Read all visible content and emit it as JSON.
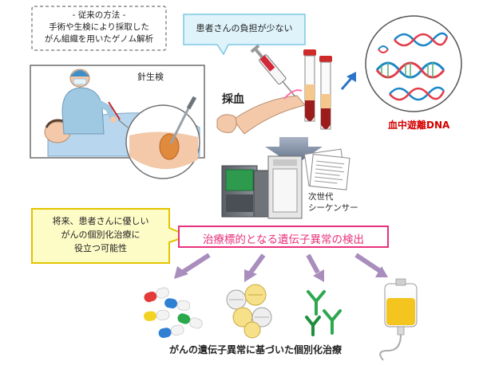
{
  "traditional_box": {
    "lines": [
      "- 従来の方法 -",
      "手術や生検により採取した",
      "がん組織を用いたゲノム解析"
    ]
  },
  "needle_biopsy_label": "針生検",
  "patient_burden_label": "患者さんの負担が少ない",
  "blood_draw_label": "採血",
  "ctdna_label": "血中遊離DNA",
  "sequencer_label": [
    "次世代",
    "シーケンサー"
  ],
  "future_box": {
    "lines": [
      "将来、患者さんに優しい",
      "がんの個別化治療に",
      "役立つ可能性"
    ]
  },
  "detection_label": "治療標的となる遺伝子異常の検出",
  "bottom_caption": "がんの遺伝子異常に基づいた個別化治療",
  "colors": {
    "accent_pink": "#e8317c",
    "ctdna_red": "#d40000",
    "arrow_purple": "#a98dbd",
    "callout_yellow": "#fdfbc6",
    "callout_border": "#e3c400",
    "burden_callout": "#dff3fb",
    "burden_border": "#7cc7e3",
    "dna_blue": "#1c87c9",
    "dna_red": "#e23c4b"
  }
}
